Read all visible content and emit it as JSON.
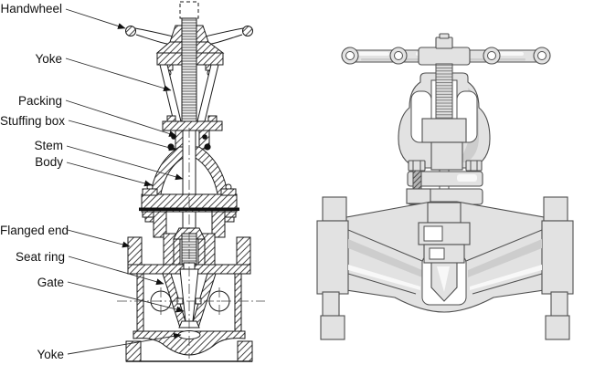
{
  "figure": {
    "background": "#ffffff",
    "left_line_color": "#1a1a1a",
    "right_fill_color": "#e2e2e2",
    "right_outline_color": "#4f4f4f"
  },
  "left_diagram": {
    "type": "gate-valve-sectional-drawing",
    "labels": [
      {
        "text": "Handwheel"
      },
      {
        "text": "Yoke"
      },
      {
        "text": "Packing"
      },
      {
        "text": "Stuffing box"
      },
      {
        "text": "Stem"
      },
      {
        "text": "Body"
      },
      {
        "text": "Flanged end"
      },
      {
        "text": "Seat ring"
      },
      {
        "text": "Gate"
      },
      {
        "text": "Yoke"
      }
    ]
  },
  "right_diagram": {
    "type": "globe-valve-shaded-illustration"
  }
}
